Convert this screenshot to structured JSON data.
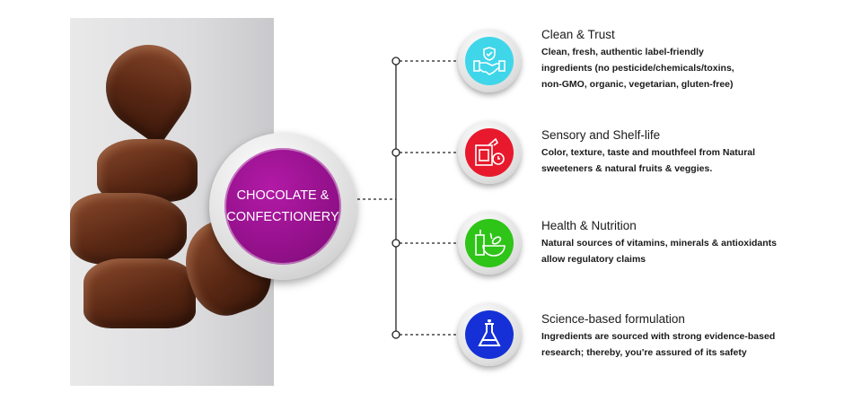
{
  "hub": {
    "line1": "CHOCOLATE &",
    "line2": "CONFECTIONERY",
    "color": "#8e0f86"
  },
  "items": [
    {
      "title": "Clean & Trust",
      "lines": [
        "Clean, fresh, authentic label-friendly",
        "ingredients (no pesticide/chemicals/toxins,",
        "non-GMO, organic, vegetarian, gluten-free)"
      ],
      "icon": "handshake-shield-icon",
      "color": "#3fd6ea"
    },
    {
      "title": "Sensory and Shelf-life",
      "lines": [
        "Color, texture, taste and mouthfeel from Natural",
        "sweeteners & natural fruits & veggies."
      ],
      "icon": "package-timer-icon",
      "color": "#e8192c"
    },
    {
      "title": "Health & Nutrition",
      "lines": [
        "Natural sources of vitamins, minerals & antioxidants",
        "allow regulatory claims"
      ],
      "icon": "food-bowl-icon",
      "color": "#2fc418"
    },
    {
      "title": "Science-based formulation",
      "lines": [
        "Ingredients are sourced with strong evidence-based",
        "research; thereby, you're assured of its safety"
      ],
      "icon": "flask-icon",
      "color": "#1530d6"
    }
  ]
}
